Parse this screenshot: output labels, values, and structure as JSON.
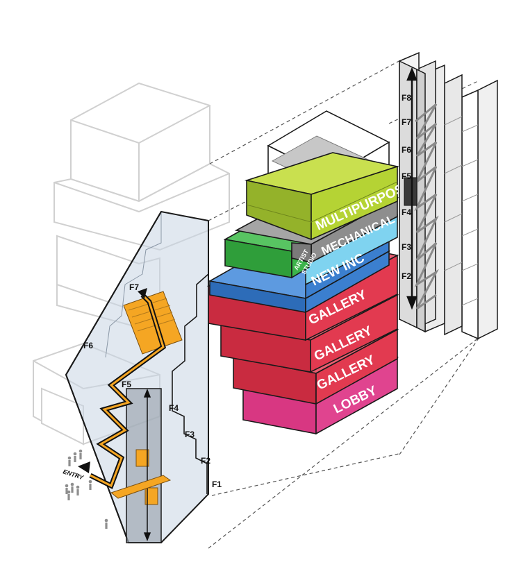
{
  "program_blocks": {
    "multipurpose": "MULTIPURPOSE",
    "mechanical": "MECHANICAL",
    "artist_studio_line1": "ARTIST",
    "artist_studio_line2": "STUDIO",
    "new_inc": "NEW INC",
    "gallery_upper": "GALLERY",
    "gallery_middle": "GALLERY",
    "gallery_lower": "GALLERY",
    "lobby": "LOBBY"
  },
  "circulation_floors": [
    "F1",
    "F2",
    "F3",
    "F4",
    "F5",
    "F6",
    "F7"
  ],
  "section_floors": [
    "F2",
    "F3",
    "F4",
    "F5",
    "F6",
    "F7",
    "F8"
  ],
  "entry_label": "ENTRY",
  "colors": {
    "multipurpose": "#b5d334",
    "mechanical": "#8e8e8e",
    "artist_studio": "#3cb44a",
    "new_inc": "#3b7fcf",
    "gallery": "#e23a50",
    "lobby": "#e0448f",
    "stair": "#f5a623",
    "glass": "#c9d6e4"
  }
}
